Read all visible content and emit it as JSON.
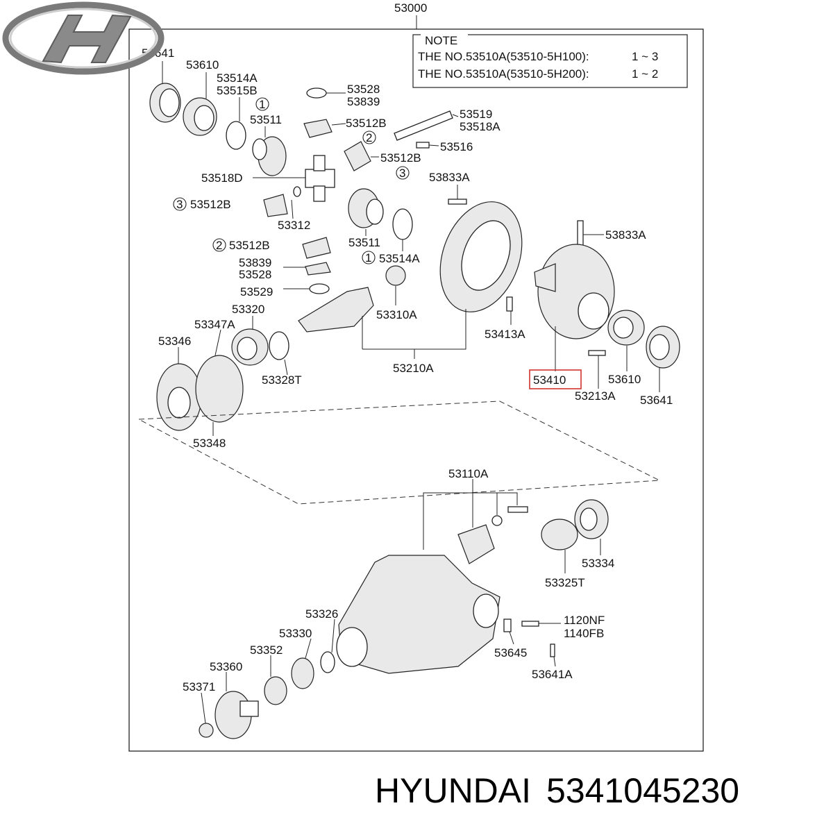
{
  "diagram": {
    "assembly_number": "53000",
    "note": {
      "title": "NOTE",
      "line1": "THE NO.53510A(53510-5H100):",
      "line1_range": "1 ~ 3",
      "line2": "THE NO.53510A(53510-5H200):",
      "line2_range": "1 ~ 2"
    },
    "labels": {
      "p53641_a": "53641",
      "p53610_a": "53610",
      "p53514A_a": "53514A",
      "p53515B": "53515B",
      "p53511_a": "53511",
      "p53528_a": "53528",
      "p53839_a": "53839",
      "p53512B_a": "53512B",
      "p53519": "53519",
      "p53518A": "53518A",
      "p53516": "53516",
      "p53512B_b": "53512B",
      "p53518D": "53518D",
      "p53833A_a": "53833A",
      "p53512B_c": "53512B",
      "p53312": "53312",
      "p53511_b": "53511",
      "p53833A_b": "53833A",
      "p53512B_d": "53512B",
      "p53514A_b": "53514A",
      "p53839_b": "53839",
      "p53528_b": "53528",
      "p53529": "53529",
      "p53310A": "53310A",
      "p53320": "53320",
      "p53347A": "53347A",
      "p53346": "53346",
      "p53328T": "53328T",
      "p53210A": "53210A",
      "p53413A": "53413A",
      "p53410": "53410",
      "p53213A": "53213A",
      "p53610_b": "53610",
      "p53641_b": "53641",
      "p53348": "53348",
      "p53110A": "53110A",
      "p53334": "53334",
      "p53325T": "53325T",
      "p53326": "53326",
      "p53330": "53330",
      "p53352": "53352",
      "p53360": "53360",
      "p53371": "53371",
      "p1120NF": "1120NF",
      "p1140FB": "1140FB",
      "p53645": "53645",
      "p53641A": "53641A"
    },
    "circled": {
      "c1a": "1",
      "c2a": "2",
      "c3a": "3",
      "c3b": "3",
      "c2b": "2",
      "c1b": "1"
    },
    "highlighted_part": "53410",
    "highlight_color": "#d0312d"
  },
  "footer": {
    "brand": "HYUNDAI",
    "part_number": "5341045230"
  }
}
